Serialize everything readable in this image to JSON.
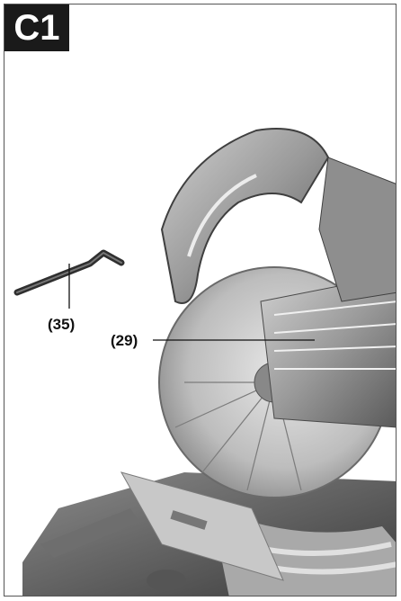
{
  "figure": {
    "tag": "C1"
  },
  "callouts": [
    {
      "id": "35",
      "text": "(35)"
    },
    {
      "id": "29",
      "text": "(29)"
    }
  ]
}
